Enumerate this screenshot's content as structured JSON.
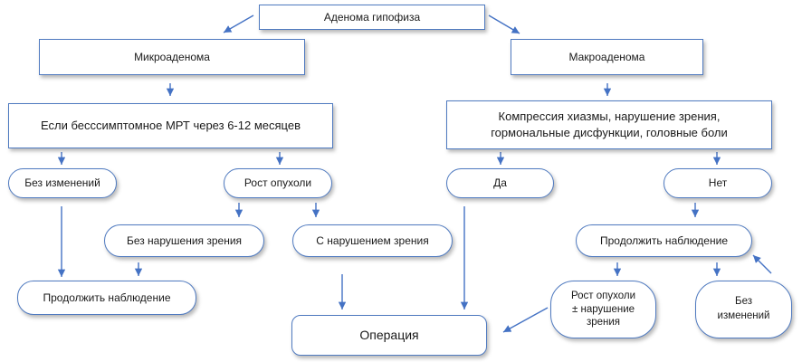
{
  "nodes": {
    "adenoma": "Аденома гипофиза",
    "micro": "Микроаденома",
    "macro": "Макроаденома",
    "asymptomatic": "Если бесссимптомное МРТ через 6-12 месяцев",
    "compression_line1": "Компрессия хиазмы, нарушение зрения,",
    "compression_line2": "гормональные дисфункции, головные боли",
    "no_change": "Без изменений",
    "growth": "Рост опухоли",
    "yes": "Да",
    "no": "Нет",
    "growth_no_vision": "Без нарушения зрения",
    "growth_vision": "С нарушением зрения",
    "continue_obs_right": "Продолжить наблюдение",
    "continue_obs_left": "Продолжить наблюдение",
    "growth_pm_line1": "Рост опухоли",
    "growth_pm_line2": "± нарушение",
    "growth_pm_line3": "зрения",
    "no_change_right_line1": "Без",
    "no_change_right_line2": "изменений",
    "operation": "Операция"
  },
  "colors": {
    "border": "#4f7ac0",
    "arrow": "#4472c4",
    "text": "#1a1a1a"
  }
}
